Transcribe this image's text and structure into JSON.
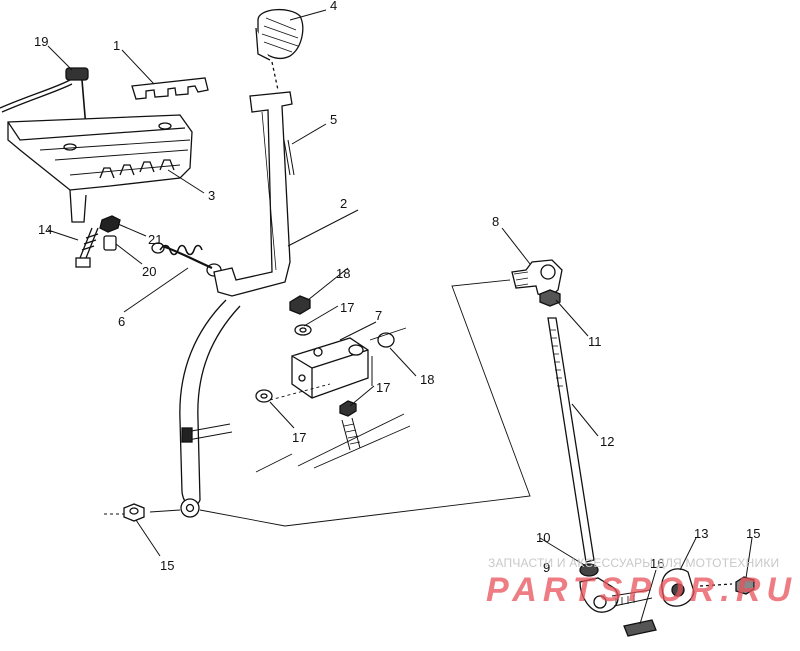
{
  "diagram": {
    "callouts": [
      {
        "id": "c1",
        "label": "1"
      },
      {
        "id": "c2",
        "label": "2"
      },
      {
        "id": "c3",
        "label": "3"
      },
      {
        "id": "c4",
        "label": "4"
      },
      {
        "id": "c5",
        "label": "5"
      },
      {
        "id": "c6",
        "label": "6"
      },
      {
        "id": "c7",
        "label": "7"
      },
      {
        "id": "c8",
        "label": "8"
      },
      {
        "id": "c9",
        "label": "9"
      },
      {
        "id": "c10",
        "label": "10"
      },
      {
        "id": "c11",
        "label": "11"
      },
      {
        "id": "c12",
        "label": "12"
      },
      {
        "id": "c13",
        "label": "13"
      },
      {
        "id": "c14",
        "label": "14"
      },
      {
        "id": "c15a",
        "label": "15"
      },
      {
        "id": "c15b",
        "label": "15"
      },
      {
        "id": "c16",
        "label": "16"
      },
      {
        "id": "c17a",
        "label": "17"
      },
      {
        "id": "c17b",
        "label": "17"
      },
      {
        "id": "c17c",
        "label": "17"
      },
      {
        "id": "c18a",
        "label": "18"
      },
      {
        "id": "c18b",
        "label": "18"
      },
      {
        "id": "c19",
        "label": "19"
      },
      {
        "id": "c20",
        "label": "20"
      },
      {
        "id": "c21",
        "label": "21"
      }
    ]
  },
  "watermark": {
    "tagline": "ЗАПЧАСТИ И АКСЕССУАРЫ ДЛЯ МОТОТЕХНИКИ",
    "logo_text": "PARTSPOR.RU",
    "color": "#e8505a"
  }
}
